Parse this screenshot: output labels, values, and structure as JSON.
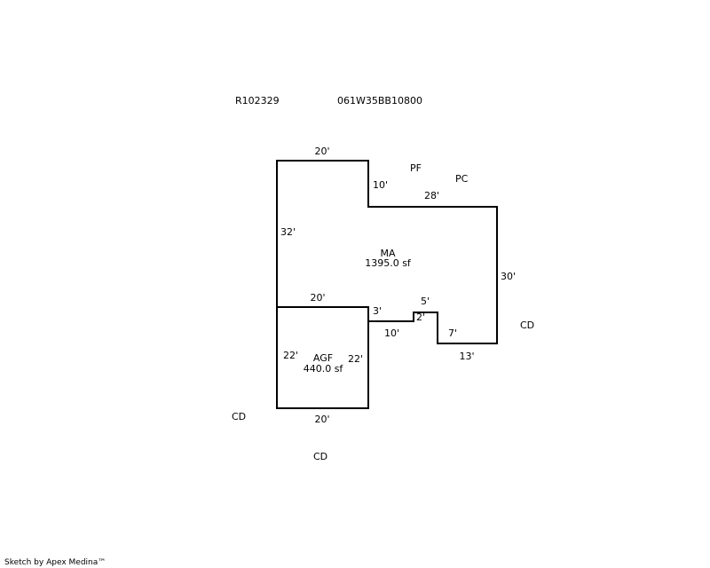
{
  "header": {
    "parcel_id": "R102329",
    "map_number": "061W35BB10800"
  },
  "areas": {
    "ma": {
      "code": "MA",
      "area": "1395.0 sf"
    },
    "agf": {
      "code": "AGF",
      "area": "440.0 sf"
    }
  },
  "dimensions": {
    "ma_top": "20'",
    "ma_step_down": "10'",
    "ma_upper_right": "28'",
    "ma_left": "32'",
    "ma_right": "30'",
    "ma_bottom_right": "13'",
    "ma_notch_right": "7'",
    "ma_notch_top": "5'",
    "ma_notch_left": "2'",
    "ma_bottom_mid": "10'",
    "ma_step_up": "3'",
    "agf_top": "20'",
    "agf_left": "22'",
    "agf_right": "22'",
    "agf_bottom": "20'"
  },
  "labels": {
    "pf": "PF",
    "pc": "PC",
    "cd_right": "CD",
    "cd_left": "CD",
    "cd_bottom": "CD"
  },
  "footer": {
    "credit": "Sketch by Apex Medina™"
  }
}
